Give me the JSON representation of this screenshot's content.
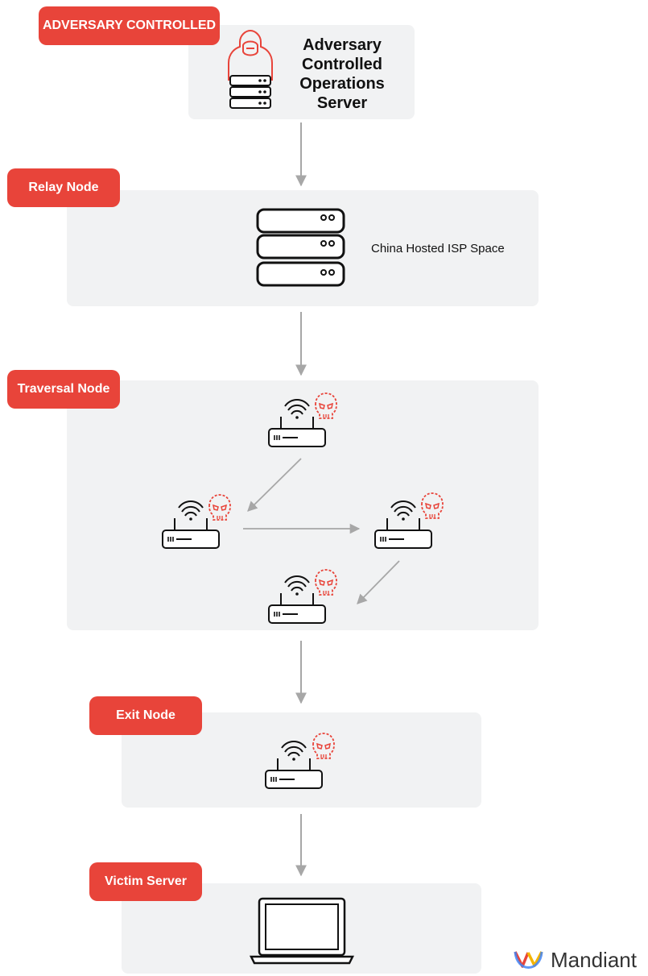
{
  "tags": {
    "adversary": "ADVERSARY CONTROLLED",
    "relay": "Relay Node",
    "traversal": "Traversal Node",
    "exit": "Exit Node",
    "victim": "Victim Server"
  },
  "ops_server": {
    "title_lines": [
      "Adversary",
      "Controlled",
      "Operations",
      "Server"
    ],
    "icon": "hooded-hacker-server-icon"
  },
  "relay_node": {
    "note": "China Hosted ISP Space",
    "icon": "server-rack-icon"
  },
  "traversal_node": {
    "icon": "compromised-router-icon"
  },
  "exit_node": {
    "icon": "compromised-router-icon"
  },
  "victim_server": {
    "icon": "laptop-icon"
  },
  "brand": {
    "name": "Mandiant",
    "icon": "mandiant-logo-icon"
  },
  "colors": {
    "accent": "#e8443a",
    "panel": "#f1f2f3",
    "arrow": "#a7a7a7",
    "stroke": "#111111"
  }
}
